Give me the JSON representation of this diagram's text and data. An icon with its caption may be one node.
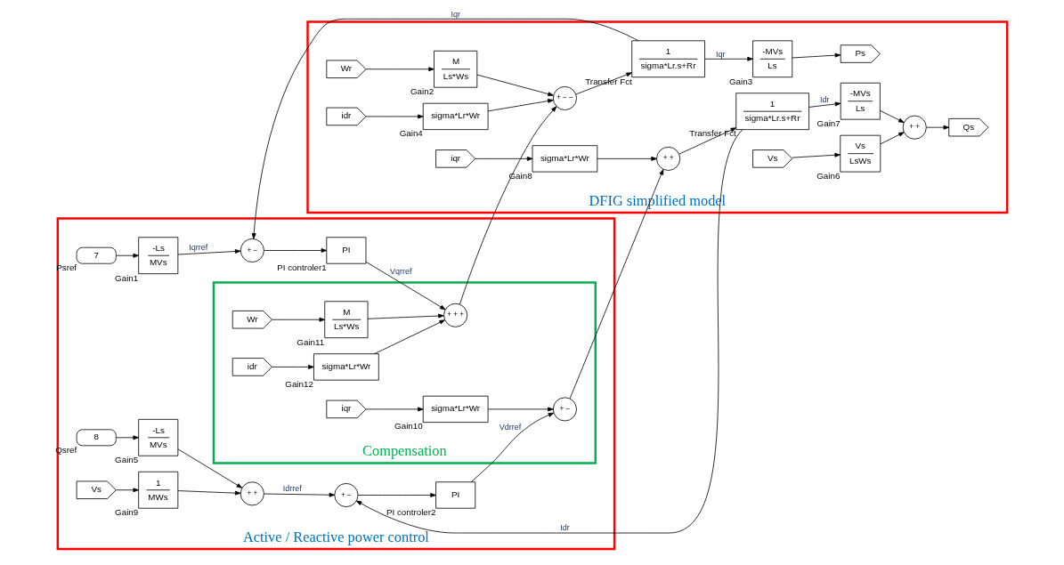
{
  "diagram": {
    "nodes": [
      {
        "text": [
          "Active / Reactive power control"
        ]
      },
      {
        "text": [
          "Compensation"
        ],
        "in": 0
      },
      {
        "text": [
          "DFIG simplified model"
        ]
      },
      {
        "text": [
          "7"
        ],
        "beside": [
          "Psref"
        ],
        "in": 0
      },
      {
        "text": [
          "-Ls",
          "MVs"
        ],
        "beside": [
          "Gain1"
        ],
        "in": 0
      },
      {
        "text": [
          "+ −"
        ],
        "in": 0
      },
      {
        "text": [
          "PI"
        ],
        "beside": [
          "PI controler1"
        ],
        "in": 0
      },
      {
        "text": [
          "Wr"
        ],
        "in": 1
      },
      {
        "text": [
          "M",
          "Ls*Ws"
        ],
        "beside": [
          "Gain11"
        ],
        "in": 1
      },
      {
        "text": [
          "+ + +"
        ],
        "in": 1
      },
      {
        "text": [
          "idr"
        ],
        "in": 1
      },
      {
        "text": [
          "sigma*Lr*Wr"
        ],
        "beside": [
          "Gain12"
        ],
        "in": 1
      },
      {
        "text": [
          "8"
        ],
        "beside": [
          "Qsref"
        ],
        "in": 0
      },
      {
        "text": [
          "-Ls",
          "MVs"
        ],
        "beside": [
          "Gain5"
        ],
        "in": 0
      },
      {
        "text": [
          "+ +"
        ],
        "in": 0
      },
      {
        "text": [
          "Vs"
        ],
        "in": 0
      },
      {
        "text": [
          "1",
          "MWs"
        ],
        "beside": [
          "Gain9"
        ],
        "in": 0
      },
      {
        "text": [
          "+ −"
        ],
        "in": 0
      },
      {
        "text": [
          "PI"
        ],
        "beside": [
          "PI controler2"
        ],
        "in": 0
      },
      {
        "text": [
          "+ −"
        ],
        "in": 1
      },
      {
        "text": [
          "iqr"
        ],
        "in": 1
      },
      {
        "text": [
          "sigma*Lr*Wr"
        ],
        "beside": [
          "Gain10"
        ],
        "in": 1
      },
      {
        "text": [
          "M",
          "Ls*Ws"
        ],
        "beside": [
          "Gain2"
        ],
        "in": 2
      },
      {
        "text": [
          "Wr"
        ],
        "in": 2
      },
      {
        "text": [
          "+ − −"
        ],
        "in": 2
      },
      {
        "text": [
          "1",
          "sigma*Lr.s+Rr"
        ],
        "beside": [
          "Transfer Fct"
        ],
        "in": 2
      },
      {
        "text": [
          "-MVs",
          "Ls"
        ],
        "beside": [
          "Gain3"
        ],
        "in": 2
      },
      {
        "text": [
          "Ps"
        ],
        "in": 2
      },
      {
        "text": [
          "sigma*Lr*Wr"
        ],
        "beside": [
          "Gain4"
        ],
        "in": 2
      },
      {
        "text": [
          "idr"
        ],
        "in": 2
      },
      {
        "text": [
          "+ +"
        ],
        "in": 2
      },
      {
        "text": [
          "1",
          "sigma*Lr.s+Rr"
        ],
        "beside": [
          "Transfer Fct"
        ],
        "in": 2
      },
      {
        "text": [
          "-MVs",
          "Ls"
        ],
        "beside": [
          "Gain7"
        ],
        "in": 2
      },
      {
        "text": [
          "+ +"
        ],
        "in": 2
      },
      {
        "text": [
          "Qs"
        ],
        "in": 2
      },
      {
        "text": [
          "sigma*Lr*Wr"
        ],
        "beside": [
          "Gain8"
        ],
        "in": 2
      },
      {
        "text": [
          "iqr"
        ],
        "in": 2
      },
      {
        "text": [
          "Vs"
        ],
        "in": 2
      },
      {
        "text": [
          "Vs",
          "LsWs"
        ],
        "beside": [
          "Gain6"
        ],
        "in": 2
      }
    ],
    "edges": [
      {
        "from": 3,
        "to": 4,
        "arrow": "to"
      },
      {
        "from": 4,
        "to": 5,
        "arrow": "to",
        "label": "Iqrref"
      },
      {
        "from": 5,
        "to": 6,
        "arrow": "to"
      },
      {
        "from": 6,
        "to": 9,
        "arrow": "to",
        "label": "Vqrref"
      },
      {
        "from": 7,
        "to": 8,
        "arrow": "to"
      },
      {
        "from": 8,
        "to": 9,
        "arrow": "to"
      },
      {
        "from": 10,
        "to": 11,
        "arrow": "to"
      },
      {
        "from": 11,
        "to": 9,
        "arrow": "to"
      },
      {
        "from": 9,
        "to": 24,
        "arrow": "to"
      },
      {
        "from": 23,
        "to": 22,
        "arrow": "to"
      },
      {
        "from": 22,
        "to": 24,
        "arrow": "to"
      },
      {
        "from": 24,
        "to": 25,
        "arrow": "to"
      },
      {
        "from": 25,
        "to": 26,
        "arrow": "to",
        "label": "Iqr"
      },
      {
        "from": 26,
        "to": 27,
        "arrow": "to"
      },
      {
        "from": 29,
        "to": 28,
        "arrow": "to"
      },
      {
        "from": 28,
        "to": 24,
        "arrow": "to"
      },
      {
        "from": 25,
        "to": 5,
        "arrow": "to",
        "label": "Iqr"
      },
      {
        "from": 12,
        "to": 13,
        "arrow": "to"
      },
      {
        "from": 13,
        "to": 14,
        "arrow": "to"
      },
      {
        "from": 15,
        "to": 16,
        "arrow": "to"
      },
      {
        "from": 16,
        "to": 14,
        "arrow": "to"
      },
      {
        "from": 14,
        "to": 17,
        "arrow": "to",
        "label": "Idrref"
      },
      {
        "from": 17,
        "to": 18,
        "arrow": "to"
      },
      {
        "from": 18,
        "to": 19,
        "arrow": "to",
        "label": "Vdrref"
      },
      {
        "from": 20,
        "to": 21,
        "arrow": "to"
      },
      {
        "from": 21,
        "to": 19,
        "arrow": "to"
      },
      {
        "from": 19,
        "to": 30,
        "arrow": "to"
      },
      {
        "from": 30,
        "to": 31,
        "arrow": "to"
      },
      {
        "from": 31,
        "to": 32,
        "arrow": "to",
        "label": "Idr"
      },
      {
        "from": 31,
        "to": 17,
        "arrow": "to",
        "label": "Idr"
      },
      {
        "from": 32,
        "to": 33,
        "arrow": "to"
      },
      {
        "from": 33,
        "to": 34,
        "arrow": "to"
      },
      {
        "from": 36,
        "to": 35,
        "arrow": "to"
      },
      {
        "from": 35,
        "to": 30,
        "arrow": "to"
      },
      {
        "from": 37,
        "to": 38,
        "arrow": "to"
      },
      {
        "from": 38,
        "to": 33,
        "arrow": "to"
      }
    ]
  }
}
